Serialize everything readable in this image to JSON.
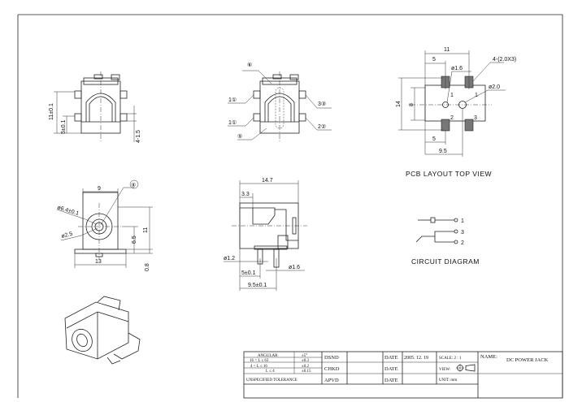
{
  "view_side_left": {
    "dim_height": "11±0.1",
    "dim_pin_low": "5±0.1",
    "dim_pin": "4-1.5"
  },
  "view_side_right": {
    "label_6": "⑥",
    "label_1a": "1①",
    "label_1b": "1①",
    "label_3": "3③",
    "label_2": "2②",
    "label_5": "⑤"
  },
  "pcb_layout": {
    "dim_11": "11",
    "dim_5_top": "5",
    "pad_note": "4-(2.0X3)",
    "hole_1": "ø1.6",
    "hole_2": "ø2.0",
    "dim_14": "14",
    "dim_8": "8",
    "pin_1a": "1",
    "pin_1b": "1",
    "pin_2": "2",
    "pin_3": "3",
    "dim_5_bottom": "5",
    "dim_9_5": "9.5",
    "title": "PCB LAYOUT TOP VIEW"
  },
  "front_view": {
    "dim_9": "9",
    "label_4": "④",
    "dia_outer": "ø6.4±0.1",
    "dia_inner": "ø2.5",
    "dim_6_5": "6.5",
    "dim_11": "11",
    "dim_13": "13",
    "dim_0_8": "0.8"
  },
  "section_view": {
    "dim_14_7": "14.7",
    "dim_3_3": "3.3",
    "dia_1_2": "ø1.2",
    "dia_1_6": "ø1.6",
    "dim_5": "5±0.1",
    "dim_9_5": "9.5±0.1"
  },
  "circuit": {
    "pin1": "1",
    "pin3": "3",
    "pin2": "2",
    "title": "CIRCUIT DIAGRAM"
  },
  "title_block": {
    "tolerance": [
      {
        "range": "ANGULAR",
        "tol": "±5°"
      },
      {
        "range": "16 < L ≤ 63",
        "tol": "±0.3"
      },
      {
        "range": "4 < L ≤ 16",
        "tol": "±0.2"
      },
      {
        "range": "L ≤ 4",
        "tol": "±0.15"
      }
    ],
    "tolerance_caption": "UNSPECIFIED TOLERANCE",
    "dsnd": "DSND",
    "chkd": "CHKD",
    "apvd": "APVD",
    "date_label": "DATE",
    "date_value": "2005. 12. 19",
    "scale": "SCALE:   2 : 1",
    "view": "VIEW:",
    "unit": "UNIT:  mm",
    "name_label": "NAME:",
    "name_value": "DC POWER JACK"
  }
}
